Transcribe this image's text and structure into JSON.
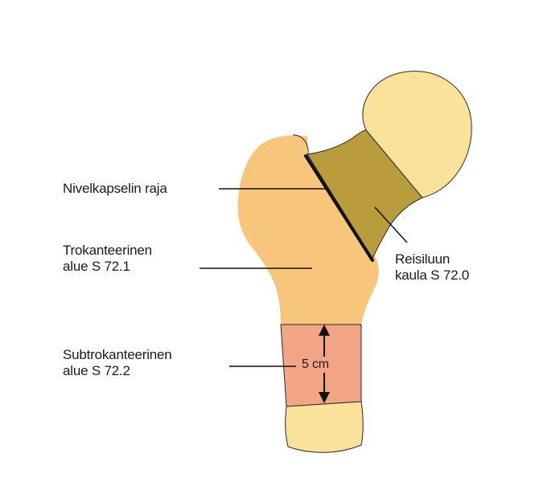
{
  "labels": {
    "capsule_boundary": "Nivelkapselin raja",
    "trochanteric_line1": "Trokanteerinen",
    "trochanteric_line2": "alue S 72.1",
    "subtrochanteric_line1": "Subtrokanteerinen",
    "subtrochanteric_line2": "alue S 72.2",
    "femoral_neck_line1": "Reisiluun",
    "femoral_neck_line2": "kaula S 72.0",
    "measurement": "5 cm"
  },
  "colors": {
    "bone_orange": "#f8c57c",
    "femoral_head": "#fae29a",
    "femoral_neck": "#b99c3c",
    "subtrochanteric_zone": "#f2a585",
    "shaft_end": "#fae29a",
    "outline": "#2a2a2a"
  }
}
